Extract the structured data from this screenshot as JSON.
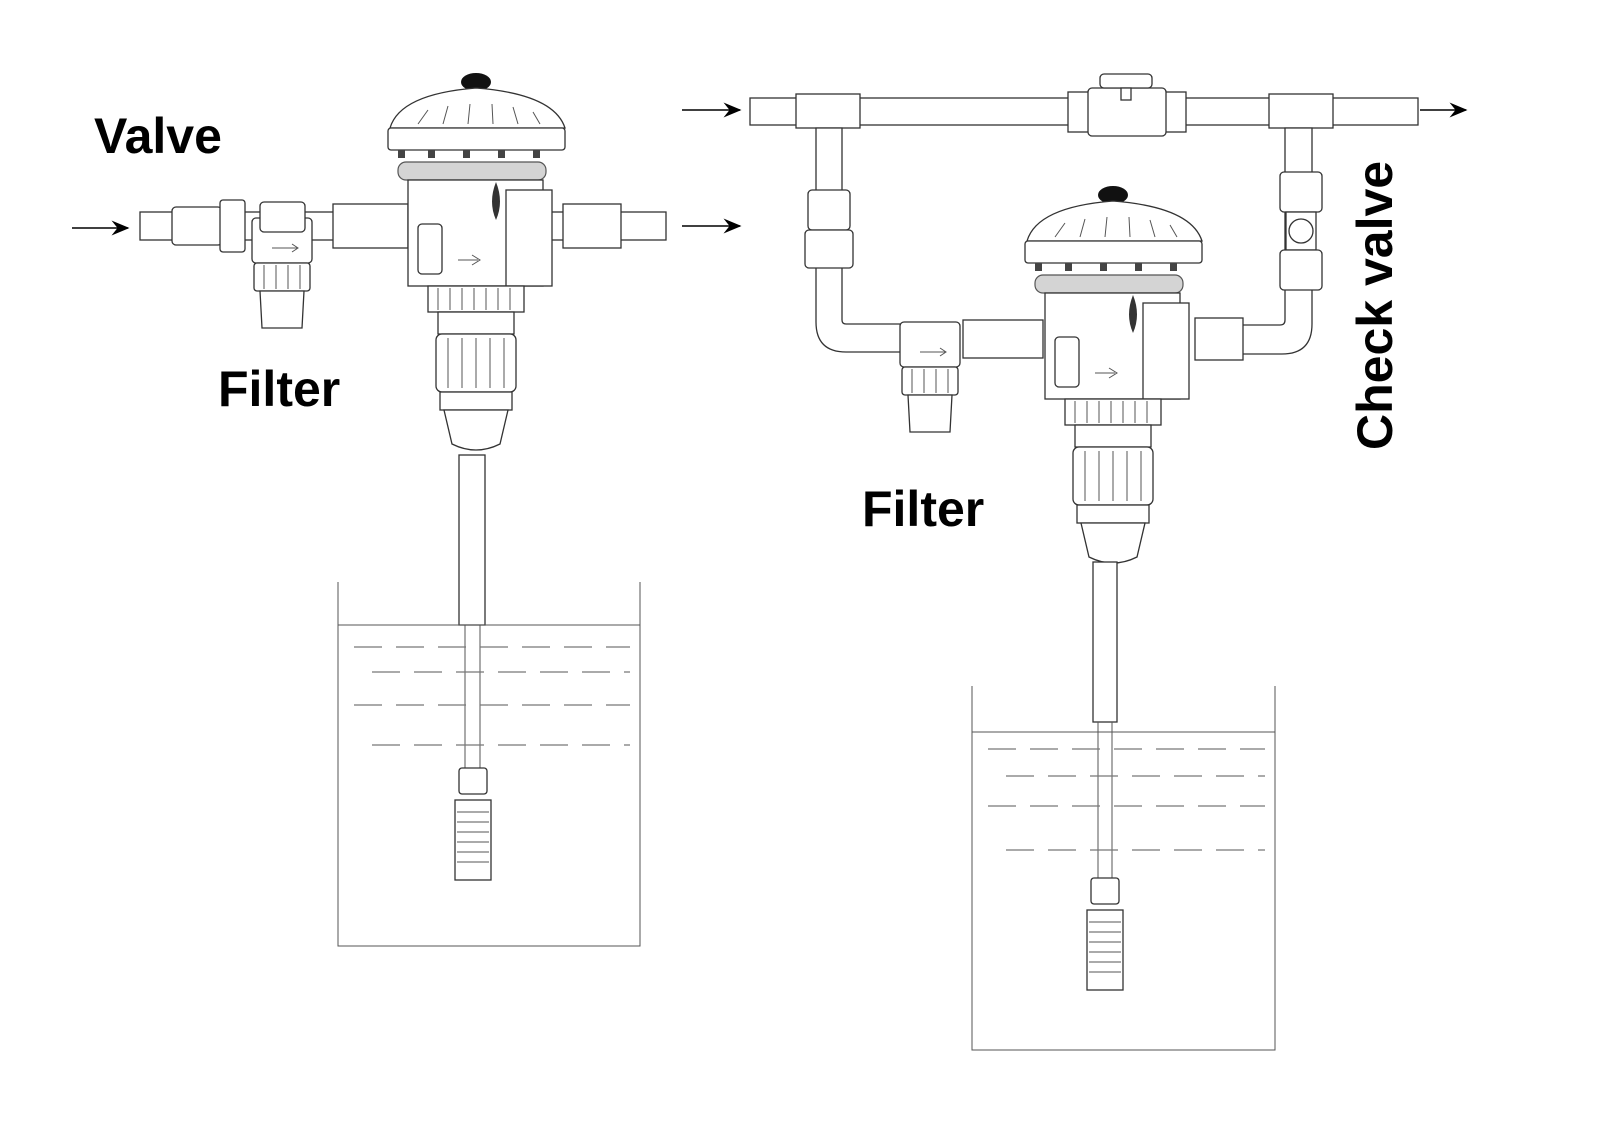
{
  "labels": {
    "valve": "Valve",
    "filter_left": "Filter",
    "filter_right": "Filter",
    "check_valve": "Check valve"
  },
  "colors": {
    "line": "#333333",
    "band": "#d4d4d4",
    "text": "#000000"
  }
}
